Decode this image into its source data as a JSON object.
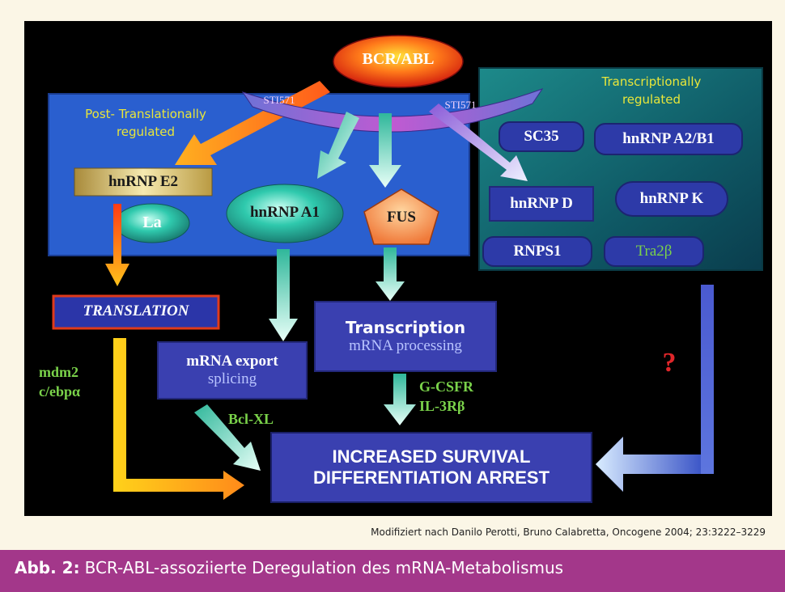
{
  "diagram": {
    "center": "BCR/ABL",
    "inhibitor_left": "STI571",
    "inhibitor_right": "STI571",
    "post_translational": {
      "line1": "Post- Translationally",
      "line2": "regulated"
    },
    "transcriptional": {
      "line1": "Transcriptionally",
      "line2": "regulated"
    },
    "hnrnp_e2": "hnRNP E2",
    "la": "La",
    "hnrnp_a1": "hnRNP A1",
    "fus": "FUS",
    "sc35": "SC35",
    "hnrnp_a2b1": "hnRNP A2/B1",
    "hnrnp_d": "hnRNP D",
    "hnrnp_k": "hnRNP K",
    "rnps1": "RNPS1",
    "tra2b": "Tra2β",
    "translation": "TRANSLATION",
    "mrna_export": {
      "line1": "mRNA export",
      "line2": "splicing"
    },
    "transcription": {
      "line1": "Transcription",
      "line2": "mRNA processing"
    },
    "mdm2": "mdm2",
    "cebpa": "c/ebpα",
    "bclxl": "Bcl-XL",
    "gcsfr": "G-CSFR",
    "il3rb": "IL-3Rβ",
    "question": "?",
    "outcome": {
      "line1": "INCREASED SURVIVAL",
      "line2": "DIFFERENTIATION ARREST"
    }
  },
  "caption": "Modifiziert nach Danilo Perotti, Bruno Calabretta, Oncogene 2004; 23:3222–3229",
  "figure": {
    "label": "Abb. 2:",
    "title": "BCR-ABL-assoziierte Deregulation des mRNA-Metabolismus"
  }
}
